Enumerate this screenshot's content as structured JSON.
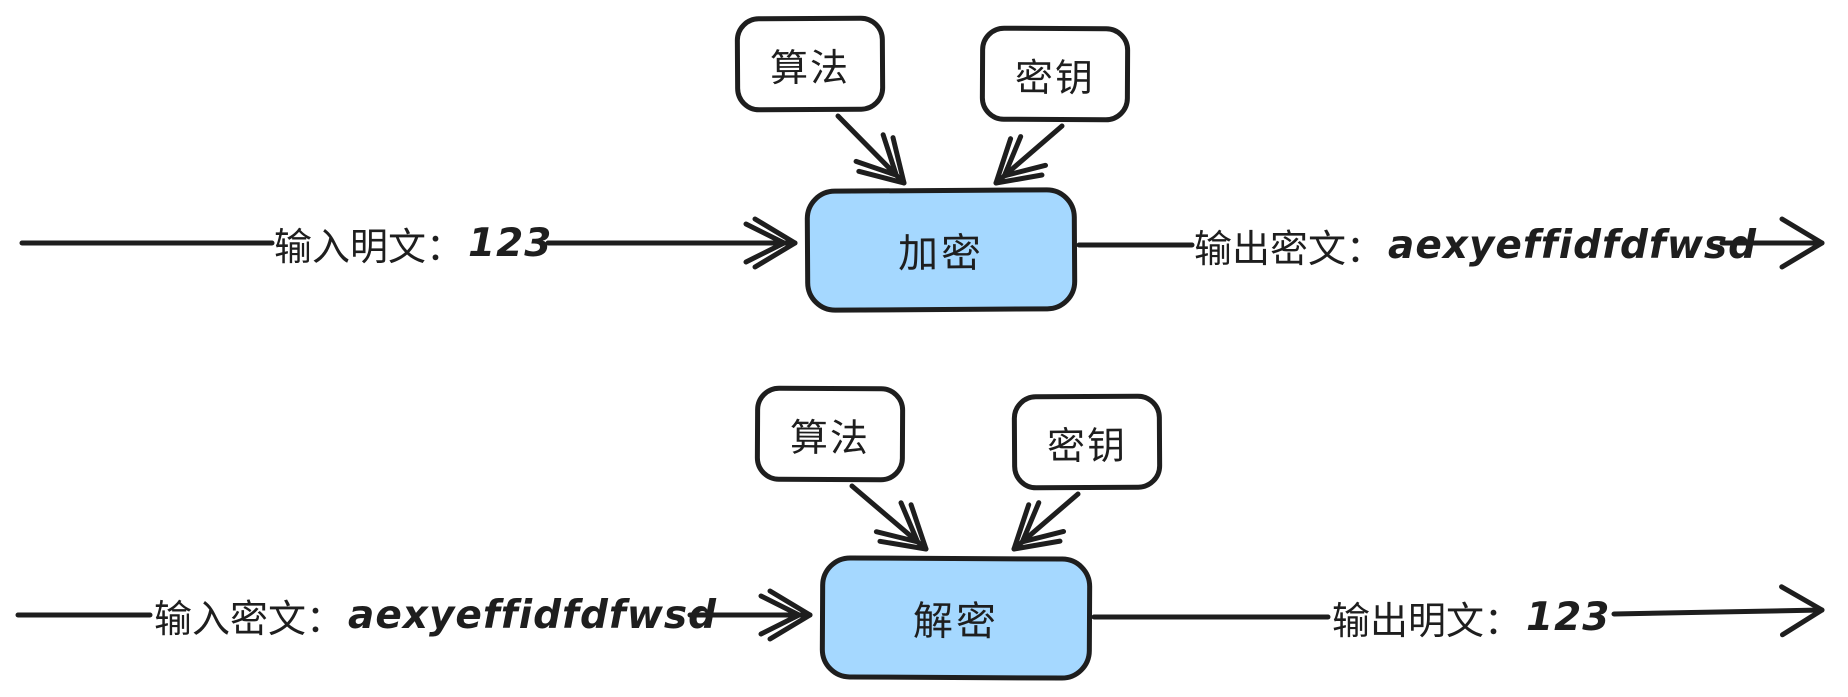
{
  "colors": {
    "stroke": "#1e1e1e",
    "process_fill": "#a5d8ff",
    "factor_fill": "#ffffff",
    "background": "#ffffff"
  },
  "flows": [
    {
      "id": "encryption",
      "factors": [
        {
          "label": "算法"
        },
        {
          "label": "密钥"
        }
      ],
      "process_label": "加密",
      "input_text": "输入明文：",
      "input_value": "123",
      "output_text": "输出密文：",
      "output_value": "aexyeffidfdfwsd"
    },
    {
      "id": "decryption",
      "factors": [
        {
          "label": "算法"
        },
        {
          "label": "密钥"
        }
      ],
      "process_label": "解密",
      "input_text": "输入密文：",
      "input_value": "aexyeffidfdfwsd",
      "output_text": "输出明文：",
      "output_value": "123"
    }
  ]
}
